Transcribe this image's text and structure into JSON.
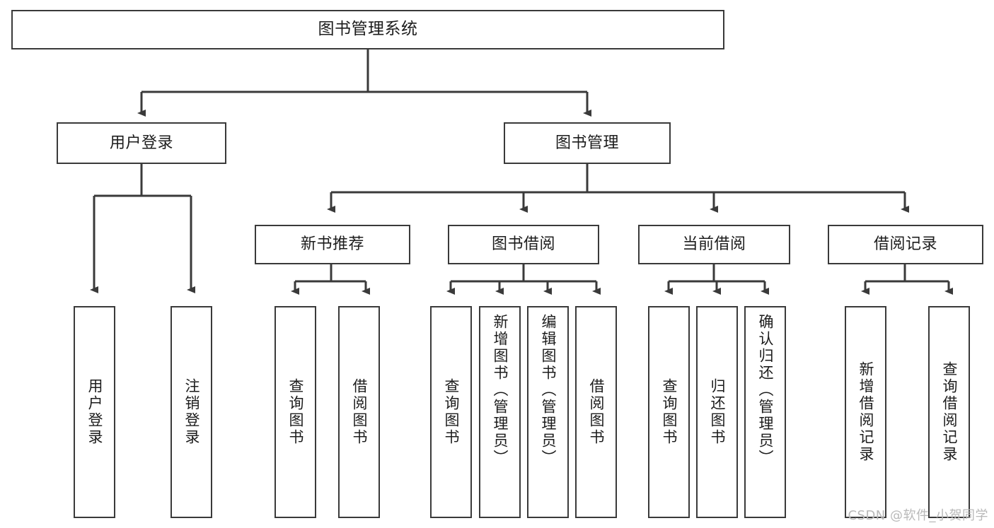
{
  "diagram": {
    "type": "tree",
    "title": "图书管理系统",
    "root": {
      "label": "图书管理系统"
    },
    "level1": [
      {
        "label": "用户登录"
      },
      {
        "label": "图书管理"
      }
    ],
    "level2": [
      {
        "label": "新书推荐"
      },
      {
        "label": "图书借阅"
      },
      {
        "label": "当前借阅"
      },
      {
        "label": "借阅记录"
      }
    ],
    "leaves": {
      "user_login": [
        {
          "label": "用户登录"
        },
        {
          "label": "注销登录"
        }
      ],
      "new_book_recommend": [
        {
          "label": "查询图书"
        },
        {
          "label": "借阅图书"
        }
      ],
      "book_borrow": [
        {
          "label": "查询图书"
        },
        {
          "label": "新增图书（管理员）"
        },
        {
          "label": "编辑图书（管理员）"
        },
        {
          "label": "借阅图书"
        }
      ],
      "current_borrow": [
        {
          "label": "查询图书"
        },
        {
          "label": "归还图书"
        },
        {
          "label": "确认归还（管理员）"
        }
      ],
      "borrow_records": [
        {
          "label": "新增借阅记录"
        },
        {
          "label": "查询借阅记录"
        }
      ]
    }
  },
  "watermark": {
    "text": "CSDN @软件_小贺同学"
  },
  "colors": {
    "border": "#3a3a3a",
    "text": "#1c1c1c",
    "background": "#ffffff",
    "watermark": "#b9b9b9"
  }
}
